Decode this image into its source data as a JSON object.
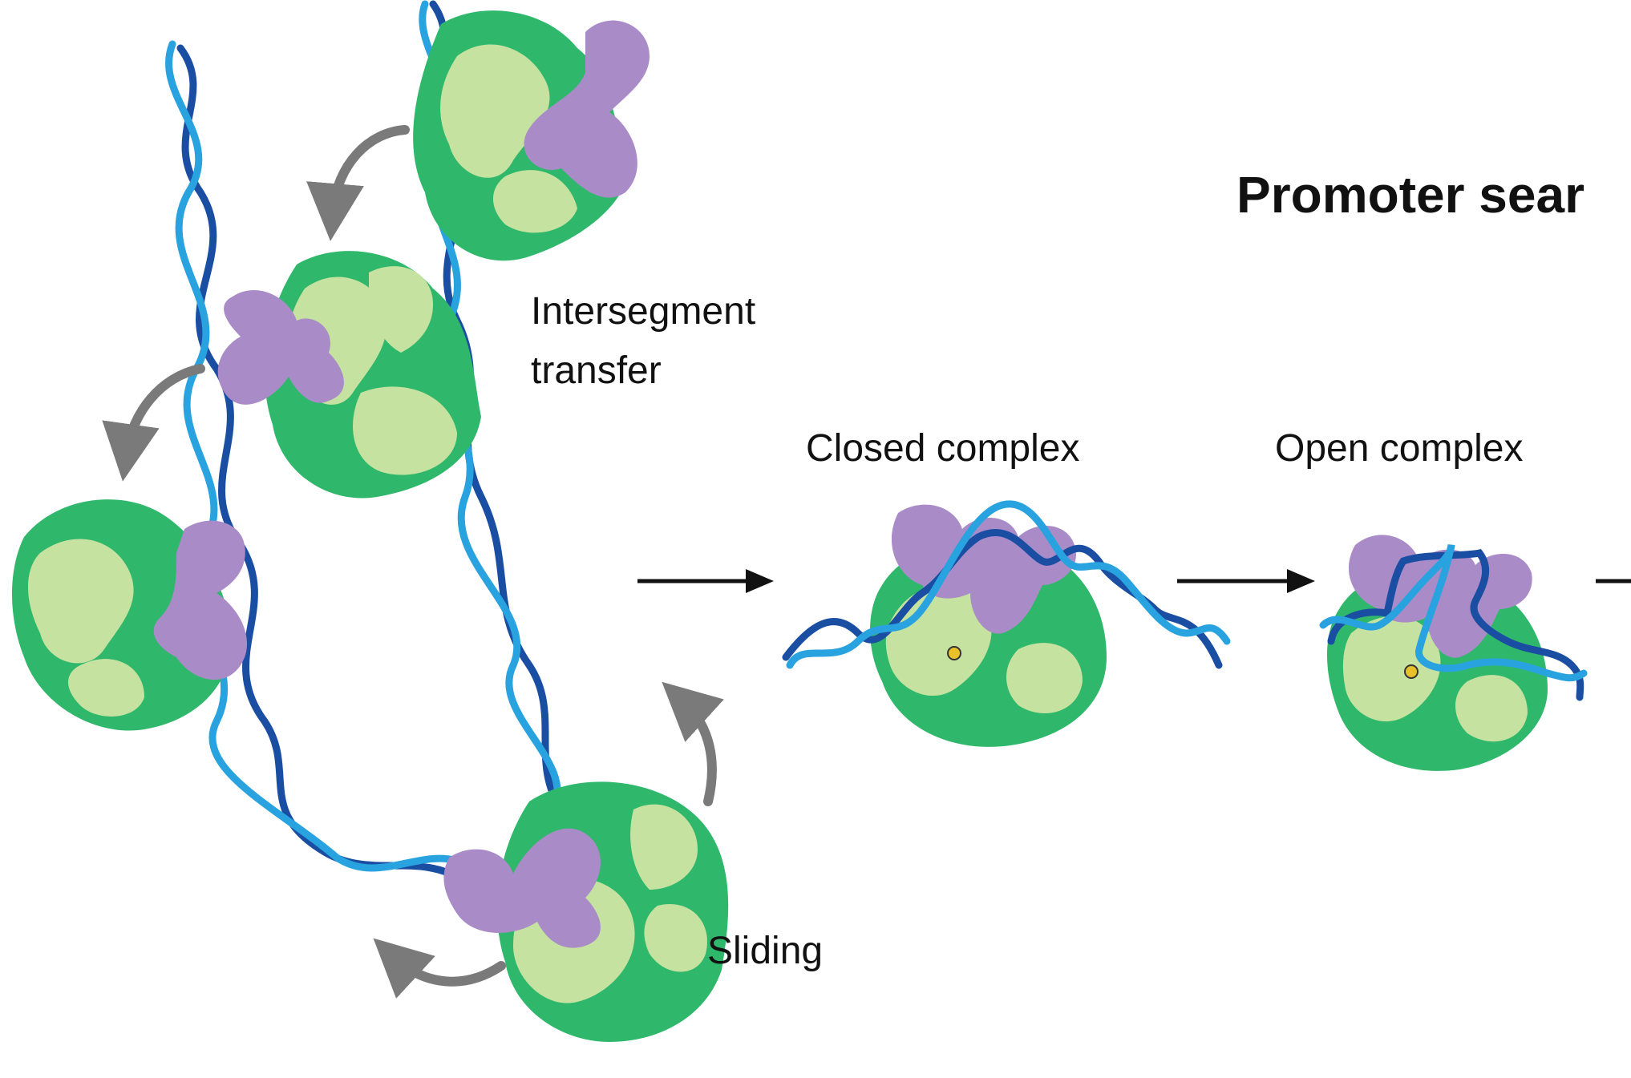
{
  "title": "Promoter sear",
  "labels": {
    "intersegment_line1": "Intersegment",
    "intersegment_line2": "transfer",
    "sliding": "Sliding",
    "closed_complex": "Closed complex",
    "open_complex": "Open complex"
  },
  "colors": {
    "dna_dark": "#1a4ea3",
    "dna_light": "#29a3df",
    "protein_dark": "#2fb86b",
    "protein_light": "#c6e2a0",
    "sigma": "#a98bc7",
    "arrow_gray": "#7a7a7a",
    "arrow_black": "#111111",
    "active_site": "#e8c12a"
  }
}
